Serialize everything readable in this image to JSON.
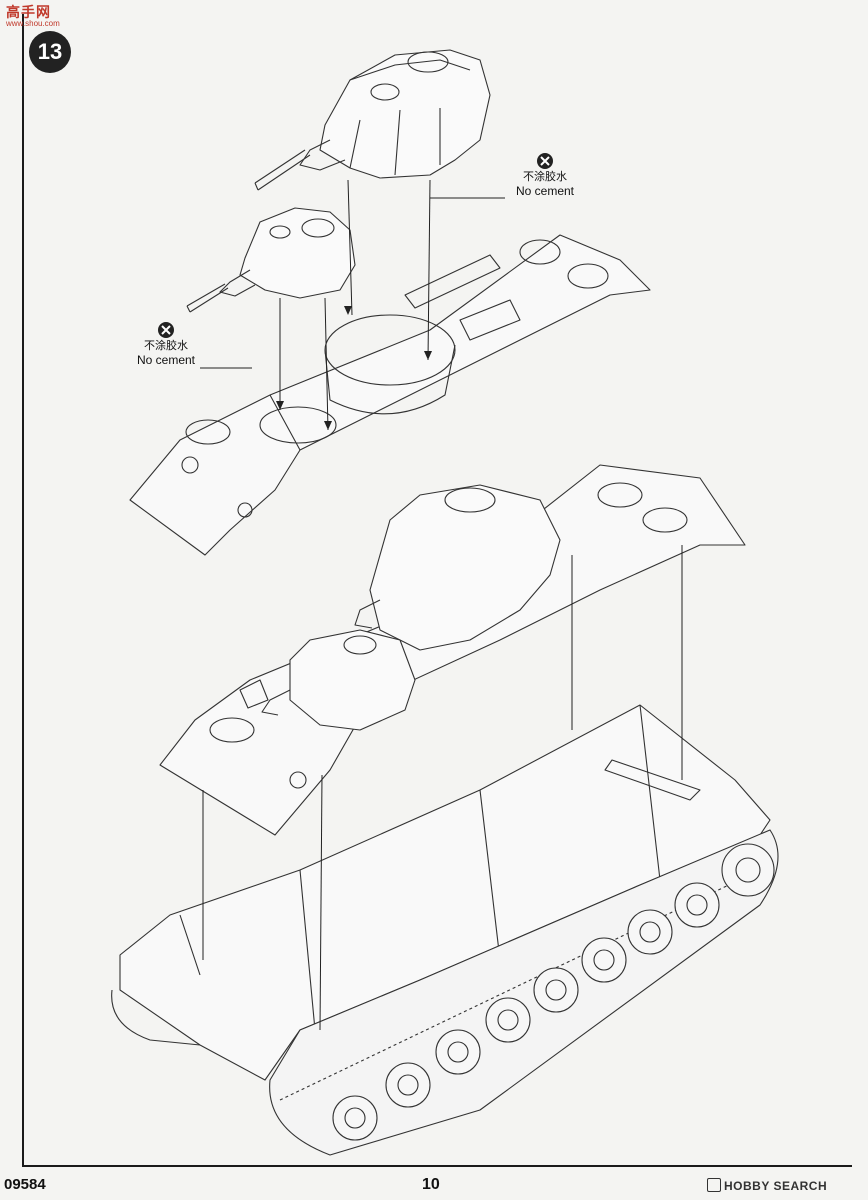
{
  "watermark": {
    "cjk": "高手网",
    "url": "www.shou.com"
  },
  "step": {
    "number": "13"
  },
  "notes": [
    {
      "cjk": "不涂胶水",
      "en": "No cement"
    },
    {
      "cjk": "不涂胶水",
      "en": "No cement"
    }
  ],
  "footer": {
    "product_code": "09584",
    "page_number": "10",
    "brand": "HOBBY SEARCH"
  },
  "icons": {
    "no_cement": "no-cement-icon",
    "brand": "hobbysearch-logo-icon"
  }
}
